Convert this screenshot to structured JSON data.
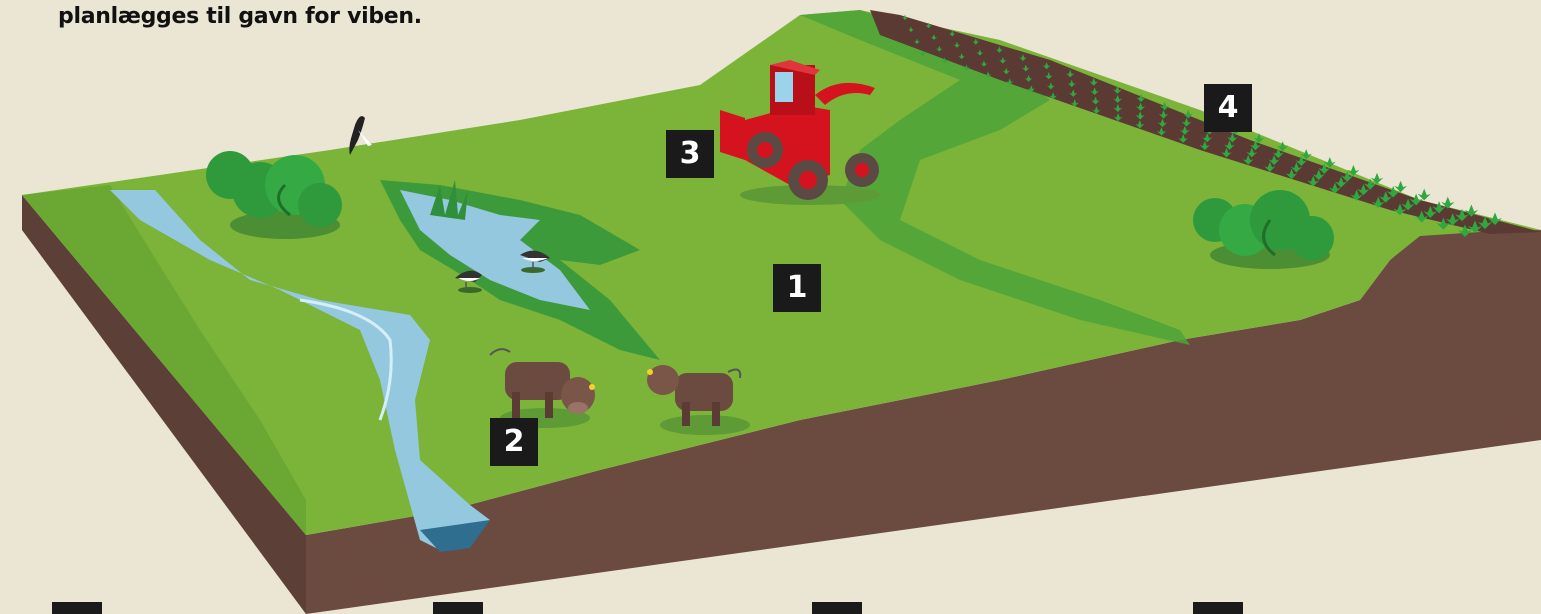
{
  "heading": "planlægges til gavn for viben.",
  "markers": {
    "m1": "1",
    "m2": "2",
    "m3": "3",
    "m4": "4"
  },
  "colors": {
    "background": "#ebe6d3",
    "grass_light": "#7cb43a",
    "grass_dark": "#3d9a3b",
    "soil": "#6b4a40",
    "water": "#93c8df",
    "tractor": "#d4131e",
    "marker_bg": "#1a1a1a"
  }
}
